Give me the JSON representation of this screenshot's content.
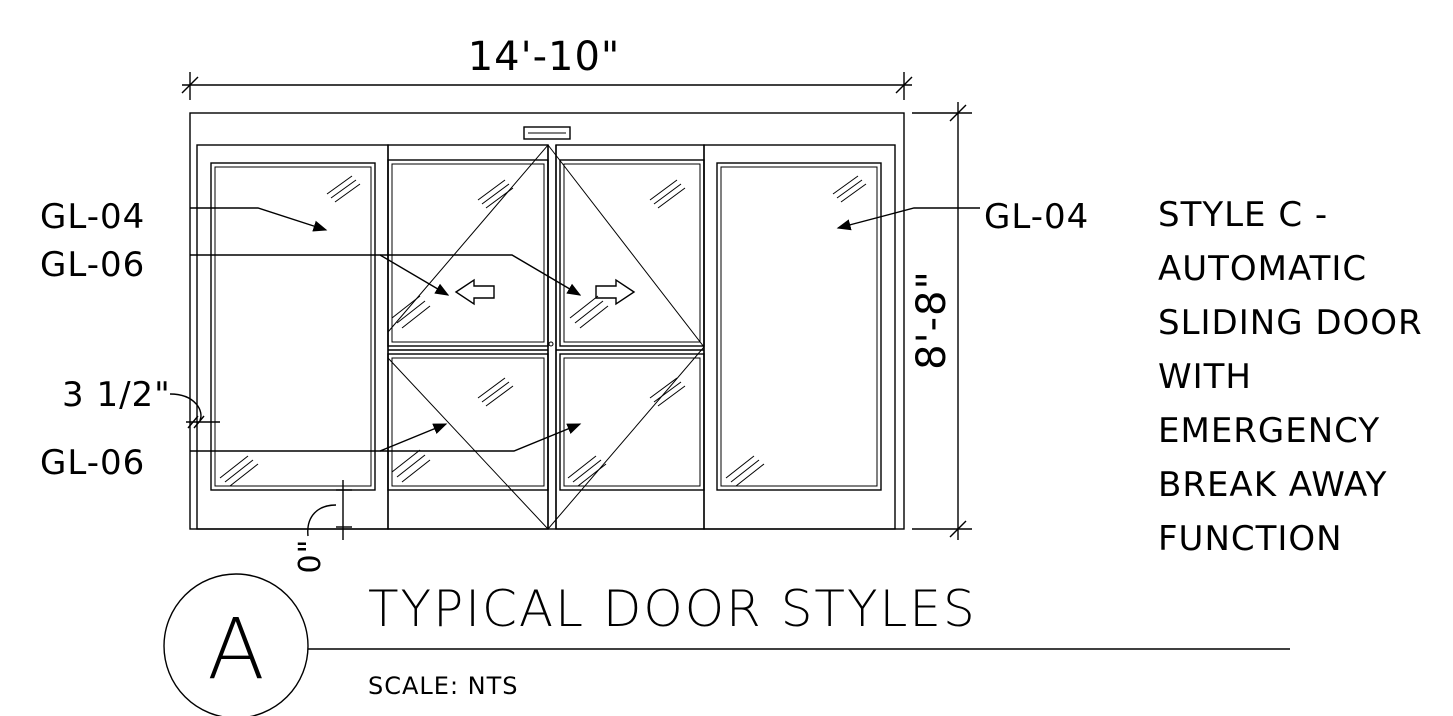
{
  "dimensions": {
    "width": "14'-10\"",
    "height": "8'-8\"",
    "frame_depth": "3 1/2\"",
    "bottom_gap": "0\""
  },
  "labels": {
    "left_upper_1": "GL-04",
    "left_upper_2": "GL-06",
    "left_lower": "GL-06",
    "right": "GL-04"
  },
  "style_note": [
    "STYLE C -",
    "AUTOMATIC",
    "SLIDING DOOR",
    "WITH",
    "EMERGENCY",
    "BREAK AWAY",
    "FUNCTION"
  ],
  "title_block": {
    "callout_letter": "A",
    "title": "TYPICAL DOOR STYLES",
    "scale": "SCALE:  NTS"
  }
}
